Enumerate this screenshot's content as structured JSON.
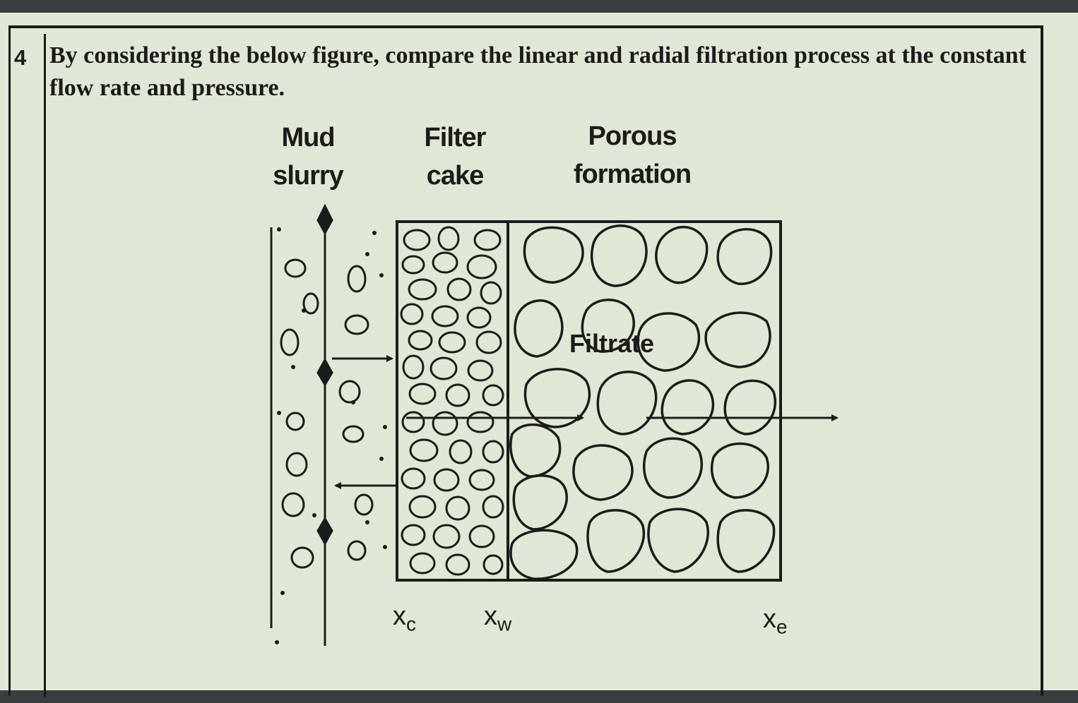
{
  "question": {
    "number": "4",
    "text": "By considering the below figure, compare the linear and radial filtration process at the constant flow rate and pressure."
  },
  "figure": {
    "labels": {
      "mud_slurry_line1": "Mud",
      "mud_slurry_line2": "slurry",
      "filter_cake_line1": "Filter",
      "filter_cake_line2": "cake",
      "porous_formation_line1": "Porous",
      "porous_formation_line2": "formation",
      "filtrate": "Filtrate"
    },
    "symbols": {
      "xc_base": "x",
      "xc_sub": "c",
      "xw_base": "x",
      "xw_sub": "w",
      "xe_base": "x",
      "xe_sub": "e"
    }
  },
  "colors": {
    "ink": "#1b1b1b",
    "paper": "#dfe8d6",
    "monitor_bezel": "#3a3d3f"
  }
}
